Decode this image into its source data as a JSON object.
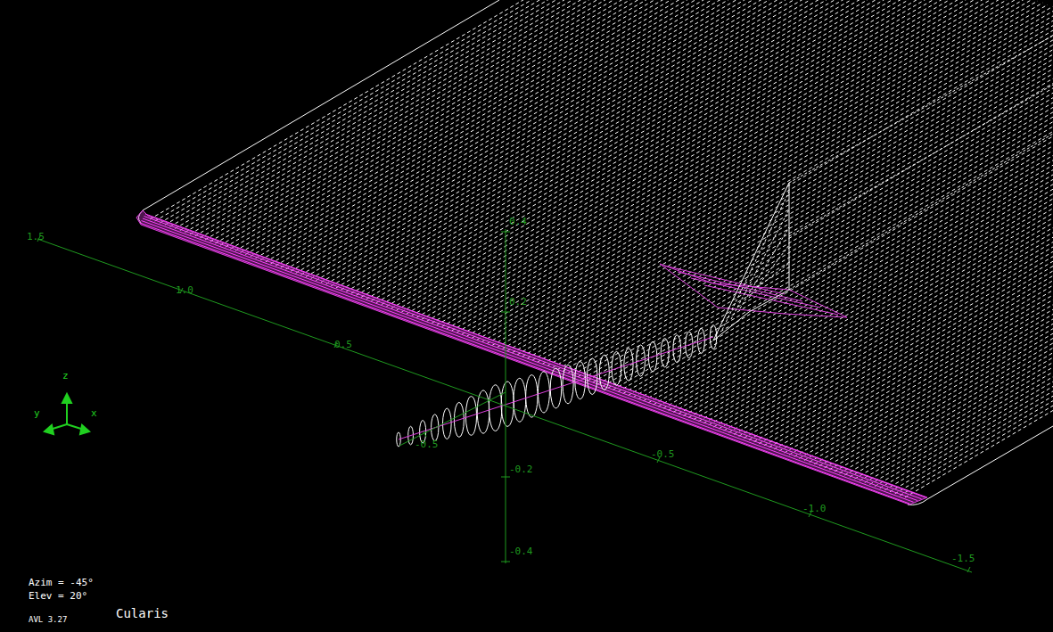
{
  "diagram": {
    "labels": [
      "1.5",
      "1.0",
      "0.5",
      "-0.5",
      "-1.0",
      "-1.5",
      "-0.5",
      "0.4",
      "0.2",
      "-0.2",
      "-0.4",
      "z",
      "y",
      "x",
      "Azim = -45°",
      "Elev = 20°",
      "AVL 3.27",
      "Cularis"
    ]
  }
}
